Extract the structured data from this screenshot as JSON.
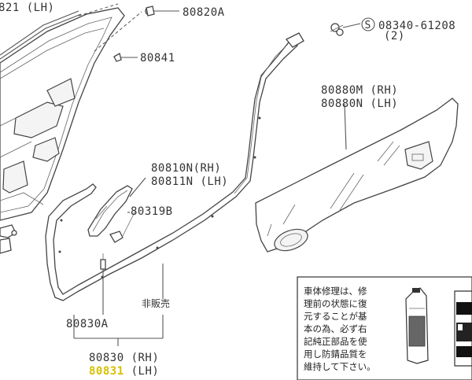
{
  "parts": {
    "top_left_partial": "821 (LH)",
    "p80820a": "80820A",
    "p80841": "80841",
    "p08340_code": "08340-61208",
    "p08340_qty": "(2)",
    "p08340_prefix": "S",
    "p80880m": "80880M (RH)",
    "p80880n": "80880N (LH)",
    "p80810n": "80810N(RH)",
    "p80811n": "80811N (LH)",
    "p80319b": "80319B",
    "not_for_sale": "非販売",
    "p80830a": "80830A",
    "p80830": "80830 (RH)",
    "p80831_num": "80831",
    "p80831_side": " (LH)"
  },
  "notice": {
    "lines": [
      "車体修理は、修",
      "理前の状態に復",
      "元することが基",
      "本の為、必ず右",
      "記純正部品を使",
      "用し防錆品質を",
      "維持して下さい。"
    ]
  },
  "colors": {
    "highlight": "#d8c000",
    "line": "#555555",
    "text": "#333333"
  }
}
